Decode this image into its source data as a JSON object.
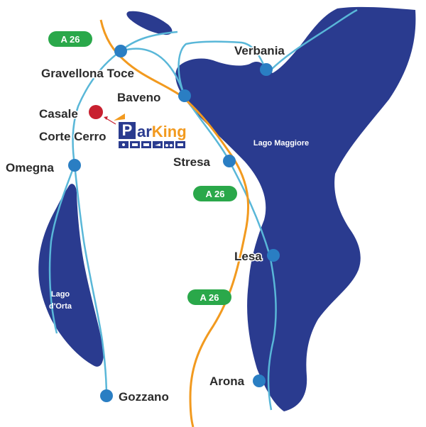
{
  "colors": {
    "lake": "#2a3b8f",
    "river": "#59b7d8",
    "highway": "#f29a1f",
    "town_dot": "#2a7ec3",
    "poi_dot": "#c8202f",
    "highway_badge": "#2aa84a",
    "logo_dark": "#2a3b8f",
    "logo_orange": "#f29a1f"
  },
  "lakes": [
    {
      "id": "maggiore",
      "label": "Lago Maggiore"
    },
    {
      "id": "orta",
      "label": "Lago d'Orta"
    }
  ],
  "highway_badges": [
    "A 26",
    "A 26",
    "A 26"
  ],
  "towns": [
    {
      "id": "verbania",
      "label": "Verbania"
    },
    {
      "id": "gravellona",
      "label": "Gravellona Toce"
    },
    {
      "id": "baveno",
      "label": "Baveno"
    },
    {
      "id": "stresa",
      "label": "Stresa"
    },
    {
      "id": "omegna",
      "label": "Omegna"
    },
    {
      "id": "lesa",
      "label": "Lesa"
    },
    {
      "id": "arona",
      "label": "Arona"
    },
    {
      "id": "gozzano",
      "label": "Gozzano"
    }
  ],
  "poi": {
    "line1": "Casale",
    "line2": "Corte Cerro"
  },
  "logo": {
    "letter": "P",
    "rest_dark": "ar",
    "rest_orange": "King"
  }
}
